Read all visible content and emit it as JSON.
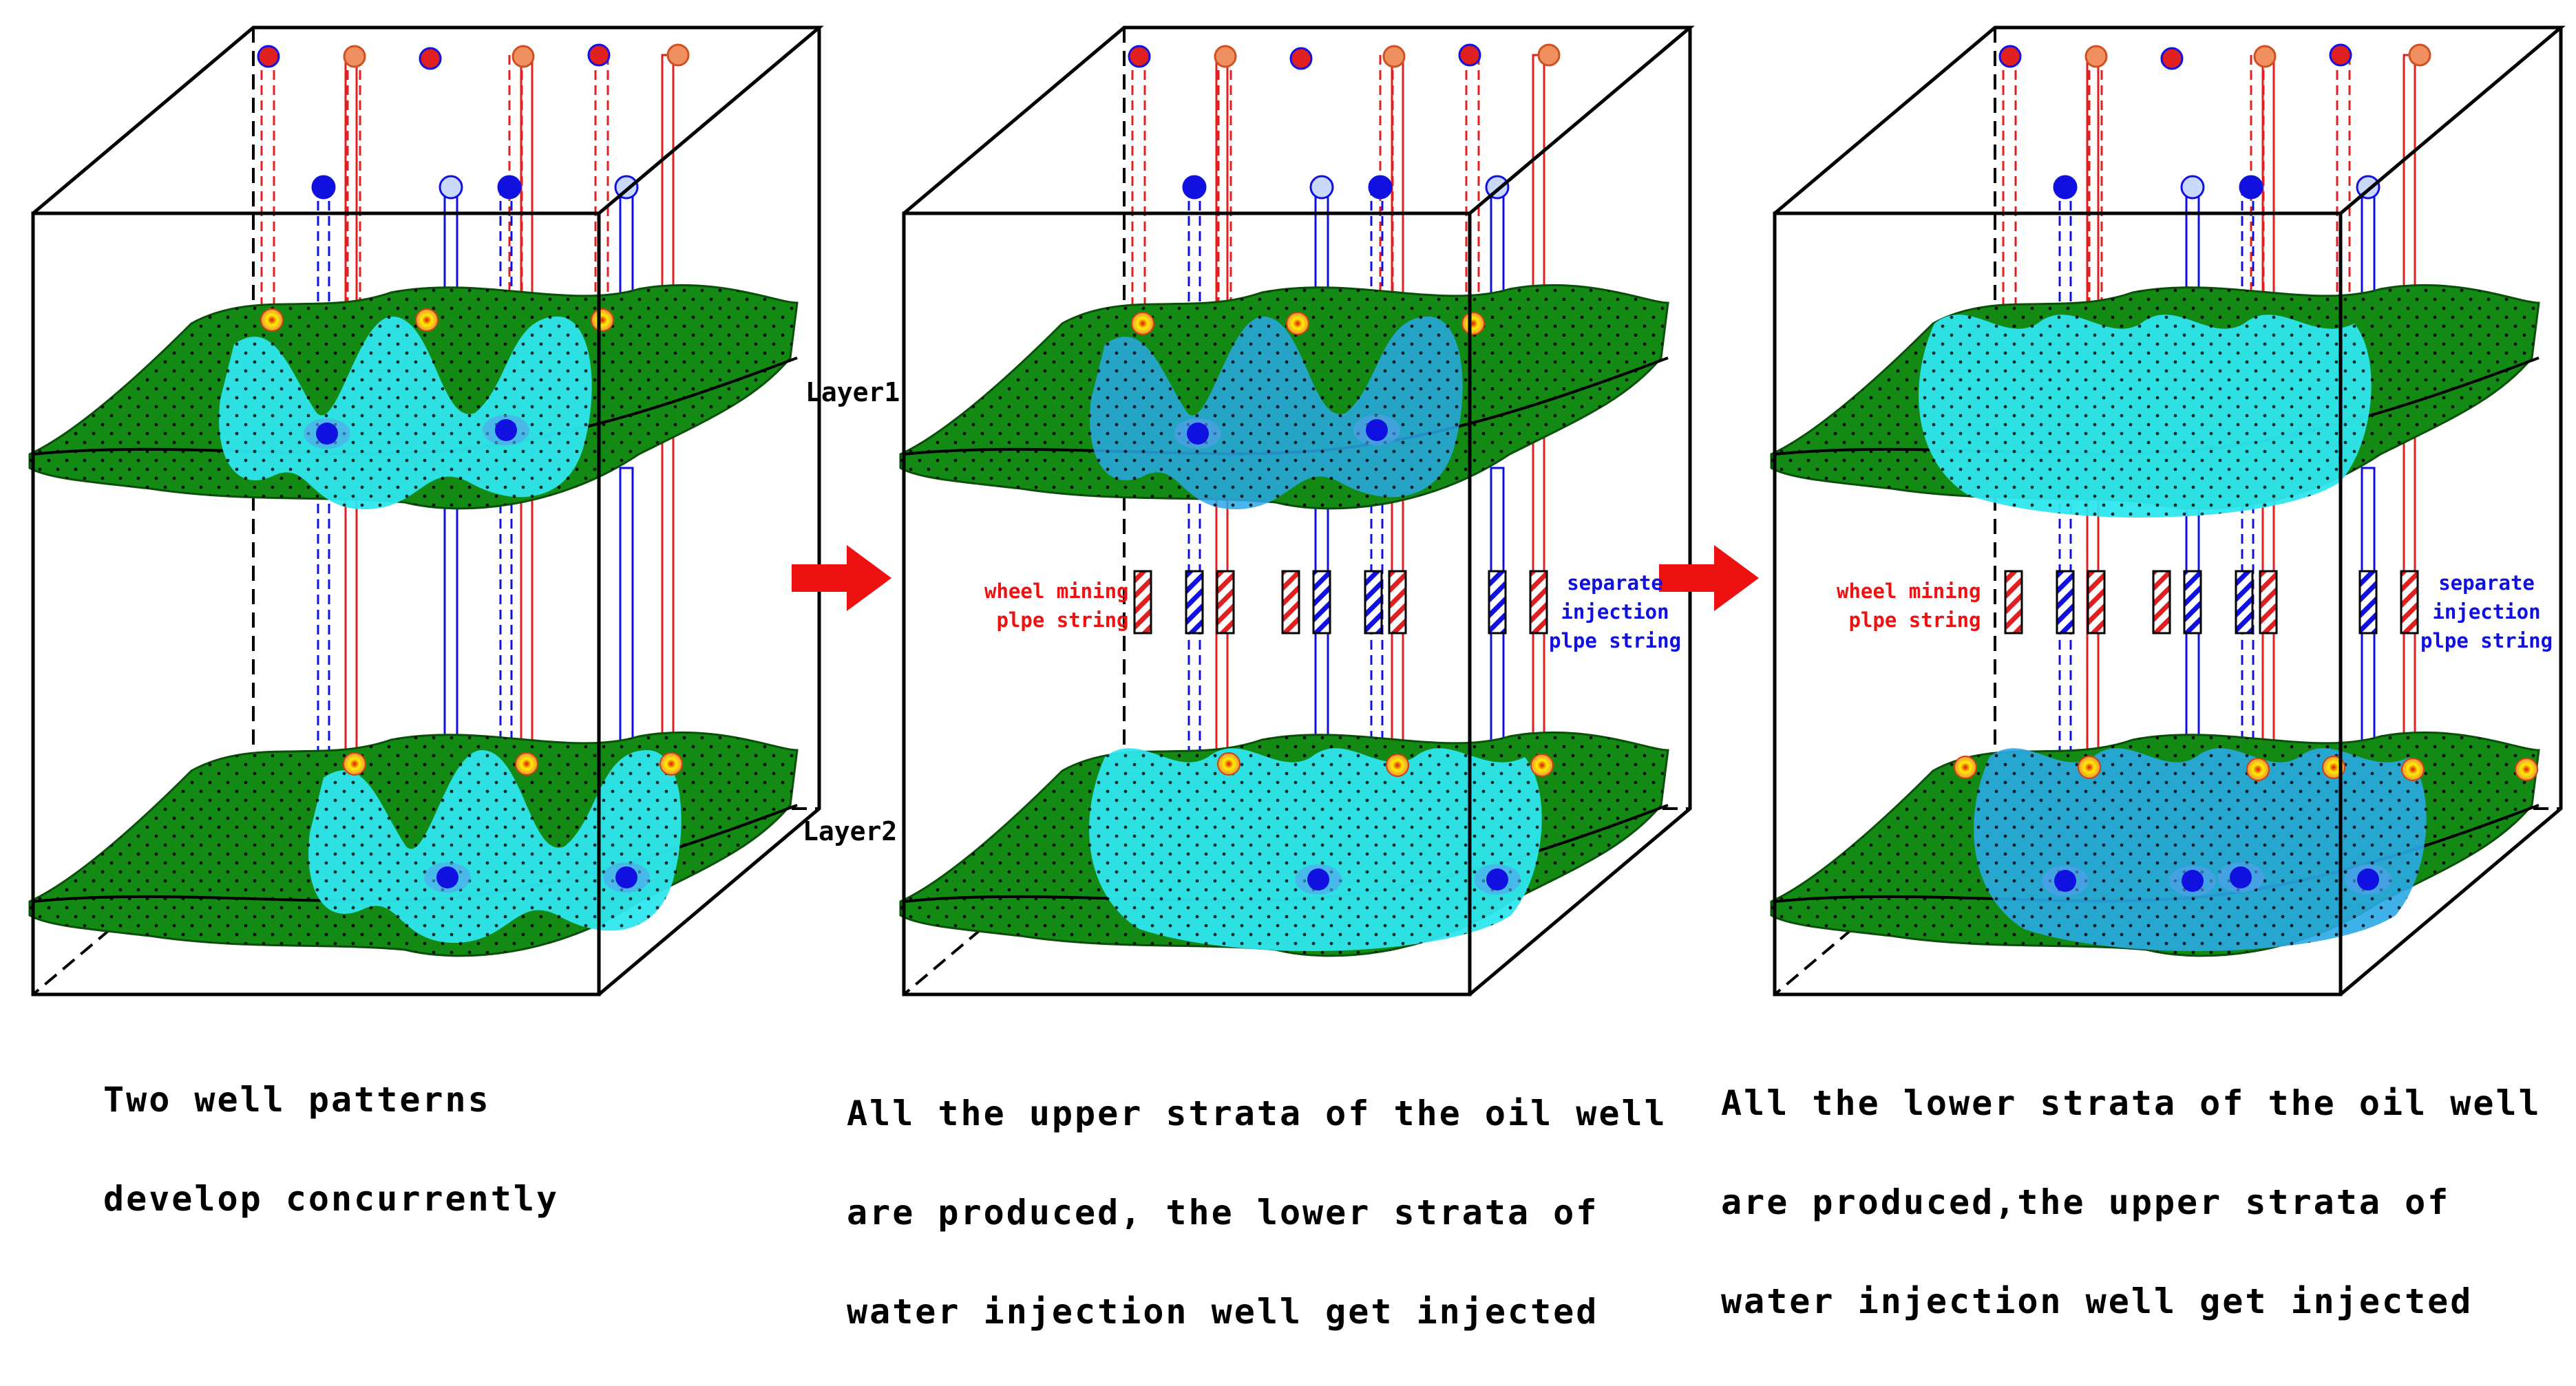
{
  "panels": [
    {
      "caption_lines": [
        "Two well patterns",
        "develop concurrently"
      ]
    },
    {
      "caption_lines": [
        "All the upper strata of the oil well",
        "are produced, the lower strata of",
        "water injection well get injected"
      ]
    },
    {
      "caption_lines": [
        "All the lower strata of the oil well",
        "are produced,the  upper strata of",
        "water injection well get injected"
      ]
    }
  ],
  "layer_labels": {
    "layer1": "Layer1",
    "layer2": "Layer2"
  },
  "annotations": {
    "wheel_mining_line1": "wheel mining",
    "wheel_mining_line2": "plpe string",
    "separate_line1": "separate",
    "separate_line2": "injection",
    "separate_line3": "plpe string"
  },
  "colors": {
    "stratum_green": "#138a13",
    "water_light": "#2ee6ee",
    "water_medium": "#2aa8e6",
    "oil_well_red": "#e02020",
    "injection_well_blue": "#1010e0",
    "arrow_red": "#ee1111"
  },
  "icons": [
    "oil-well-marker-icon",
    "injection-well-marker-icon",
    "flow-arrow-icon"
  ]
}
